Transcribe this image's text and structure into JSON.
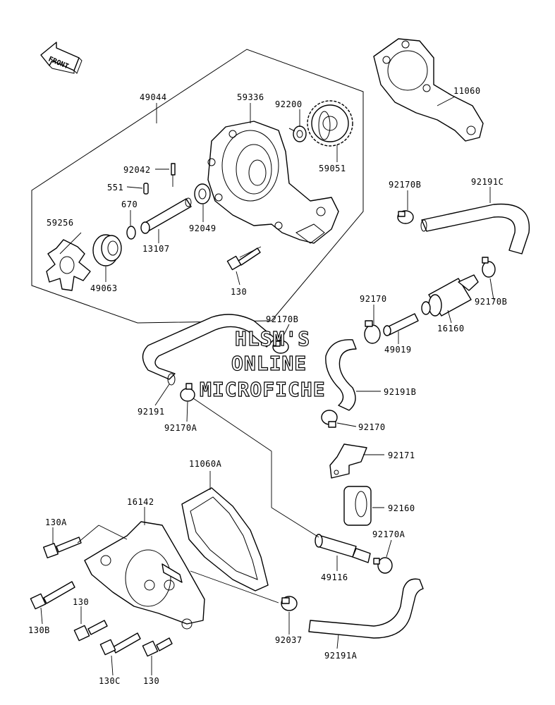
{
  "front_indicator": "FRONT",
  "watermark": [
    "HLSM'S",
    "ONLINE",
    "MICROFICHE"
  ],
  "part_labels": {
    "p49044": "49044",
    "p59336": "59336",
    "p92200": "92200",
    "p11060": "11060",
    "p59051": "59051",
    "p92042": "92042",
    "p551": "551",
    "p670": "670",
    "p59256": "59256",
    "p13107": "13107",
    "p92049": "92049",
    "p49063": "49063",
    "p130_top": "130",
    "p92170B_1": "92170B",
    "p92191C": "92191C",
    "p92170_1": "92170",
    "p92170B_2": "92170B",
    "p16160": "16160",
    "p49019": "49019",
    "p92170B_3": "92170B",
    "p92191B": "92191B",
    "p92191": "92191",
    "p92170A_1": "92170A",
    "p92170_2": "92170",
    "p92171": "92171",
    "p11060A": "11060A",
    "p16142": "16142",
    "p130A": "130A",
    "p92160": "92160",
    "p92170A_2": "92170A",
    "p49116": "49116",
    "p130_mid": "130",
    "p130B": "130B",
    "p92037": "92037",
    "p130C": "130C",
    "p130_bot": "130",
    "p92191A": "92191A"
  }
}
